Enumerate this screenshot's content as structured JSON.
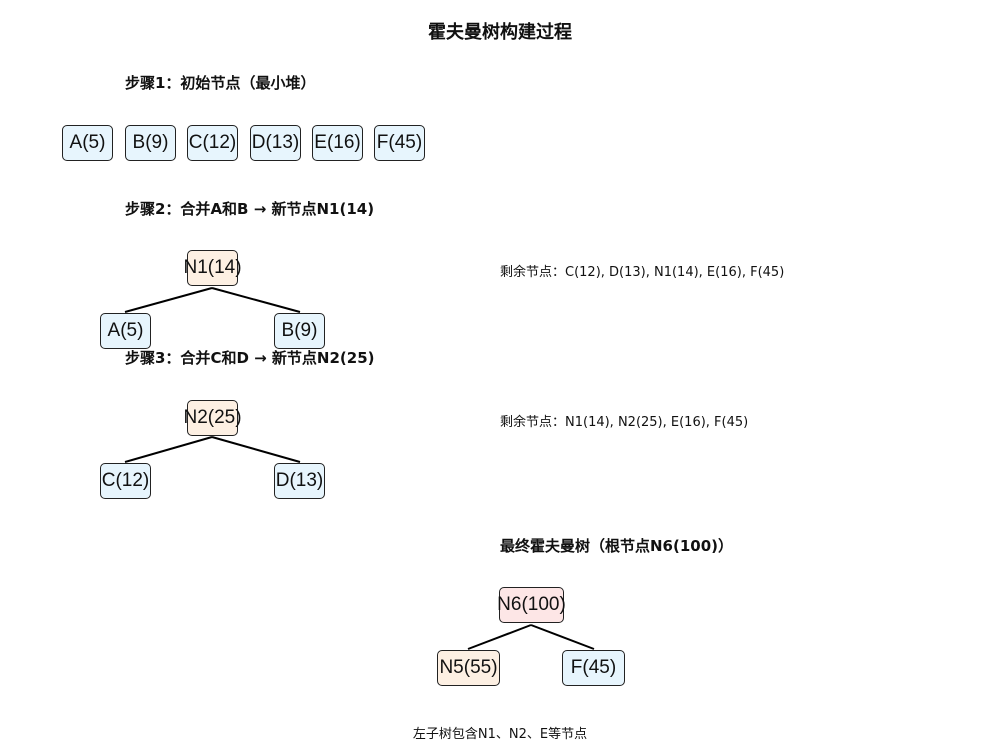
{
  "title": "霍夫曼树构建过程",
  "step1": {
    "label": "步骤1：初始节点（最小堆）",
    "nodes": [
      "A(5)",
      "B(9)",
      "C(12)",
      "D(13)",
      "E(16)",
      "F(45)"
    ]
  },
  "step2": {
    "label": "步骤2：合并A和B → 新节点N1(14)",
    "parent": "N1(14)",
    "left": "A(5)",
    "right": "B(9)",
    "remaining": "剩余节点：C(12), D(13), N1(14), E(16), F(45)"
  },
  "step3": {
    "label": "步骤3：合并C和D → 新节点N2(25)",
    "parent": "N2(25)",
    "left": "C(12)",
    "right": "D(13)",
    "remaining": "剩余节点：N1(14), N2(25), E(16), F(45)"
  },
  "final": {
    "label": "最终霍夫曼树（根节点N6(100)）",
    "root": "N6(100)",
    "left": "N5(55)",
    "right": "F(45)",
    "note": "左子树包含N1、N2、E等节点"
  },
  "colors": {
    "leaf": "#e7f5fd",
    "internal": "#fdf0e3",
    "root": "#fde6e6"
  }
}
